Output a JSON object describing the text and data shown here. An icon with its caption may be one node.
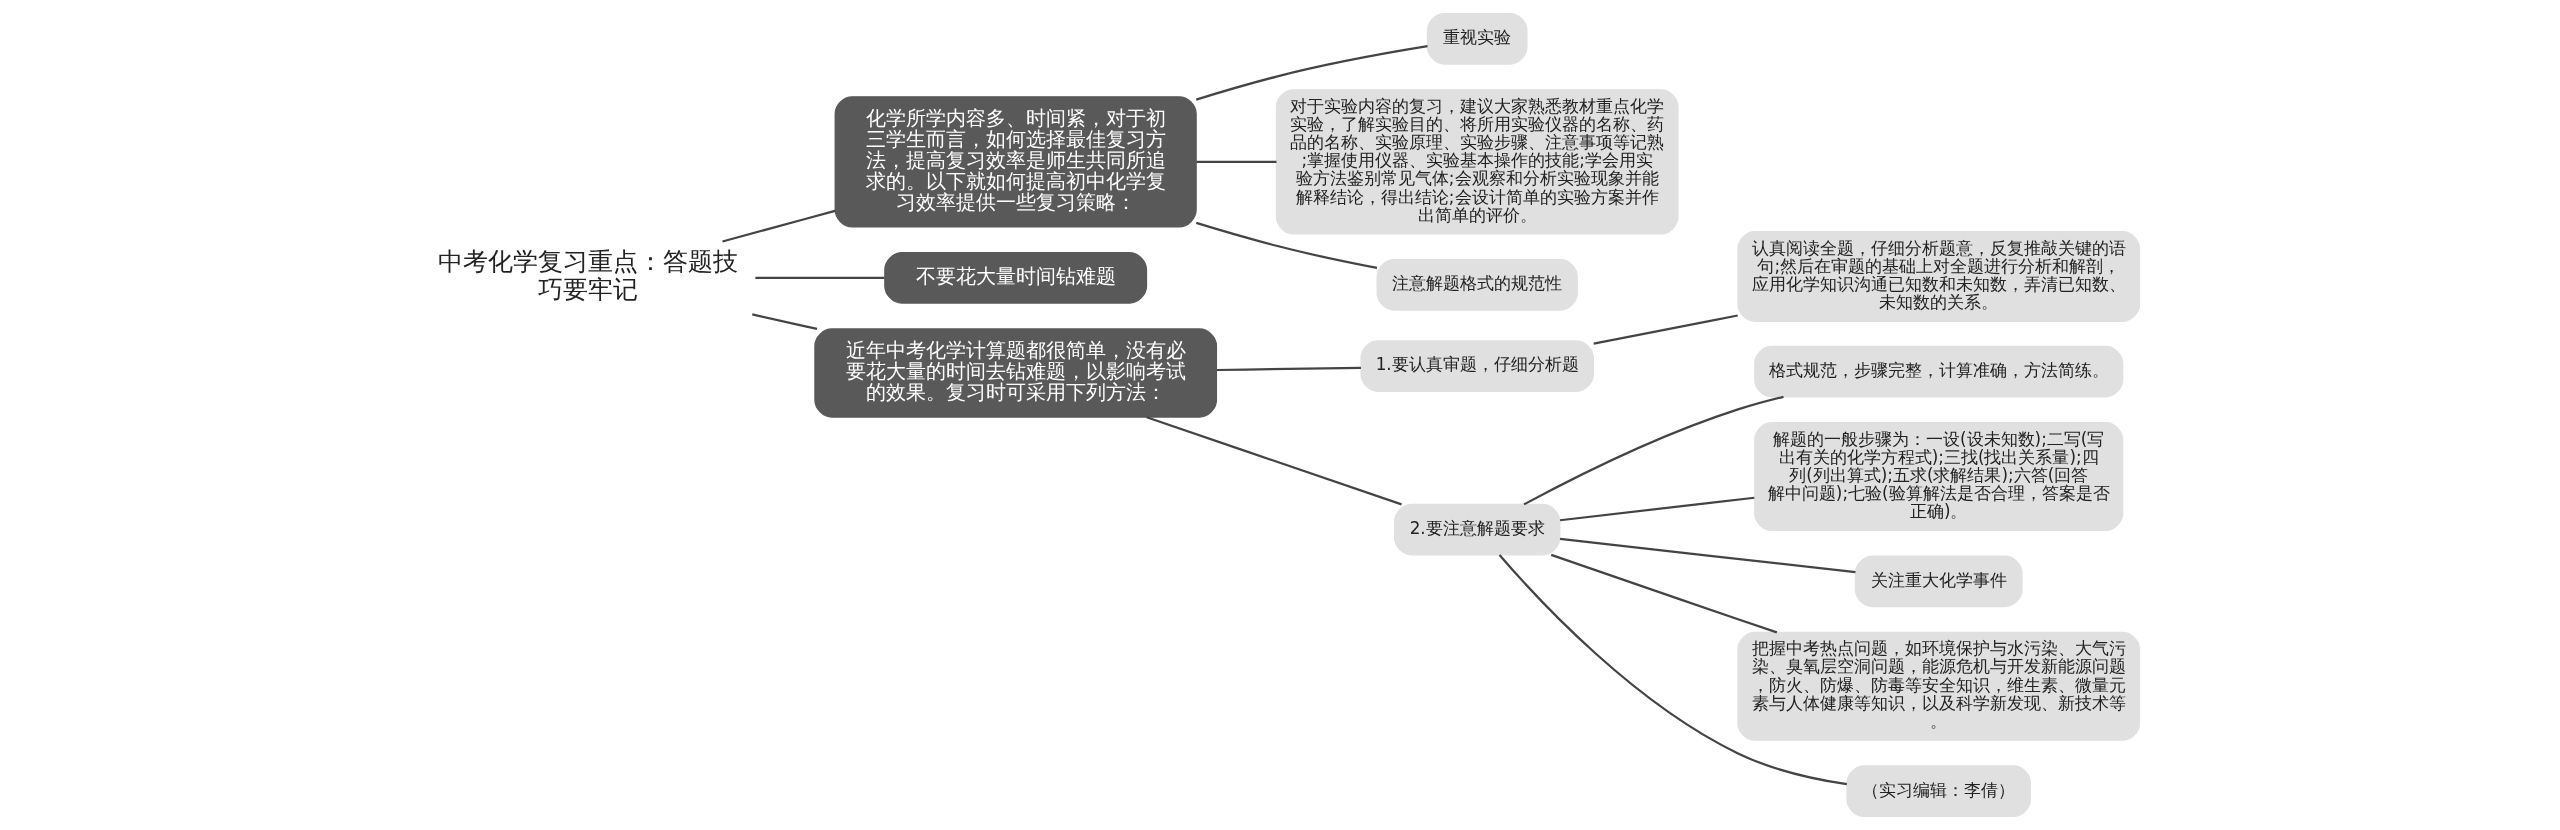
{
  "diagram": {
    "nodes": [
      {
        "text": [
          "中考化学复习重点：答题技巧要牢记"
        ]
      },
      {
        "text": [
          "化学所学内容多、时间紧，对于初三学生而言，如何选择最佳复习方法，提高复习效率是师生共同所追求的。以下就如何提高初中化学复习效率提供一些复习策略："
        ]
      },
      {
        "text": [
          "重视实验"
        ]
      },
      {
        "text": [
          "对于实验内容的复习，建议大家熟悉教材重点化学实验，了解实验目的、将所用实验仪器的名称、药品的名称、实验原理、实验步骤、注意事项等记熟;掌握使用仪器、实验基本操作的技能;学会用实验方法鉴别常见气体;会观察和分析实验现象并能解释结论，得出结论;会设计简单的实验方案并作出简单的评价。"
        ]
      },
      {
        "text": [
          "注意解题格式的规范性"
        ]
      },
      {
        "text": [
          "不要花大量时间钻难题"
        ]
      },
      {
        "text": [
          "近年中考化学计算题都很简单，没有必要花大量的时间去钻难题，以影响考试的效果。复习时可采用下列方法："
        ]
      },
      {
        "text": [
          "1.要认真审题，仔细分析题"
        ]
      },
      {
        "text": [
          "认真阅读全题，仔细分析题意，反复推敲关键的语句;然后在审题的基础上对全题进行分析和解剖，应用化学知识沟通已知数和未知数，弄清已知数、未知数的关系。"
        ]
      },
      {
        "text": [
          "2.要注意解题要求"
        ]
      },
      {
        "text": [
          "格式规范，步骤完整，计算准确，方法简练。"
        ]
      },
      {
        "text": [
          "解题的一般步骤为：一设(设未知数);二写(写出有关的化学方程式);三找(找出关系量);四列(列出算式);五求(求解结果);六答(回答解中问题);七验(验算解法是否合理，答案是否正确)。"
        ]
      },
      {
        "text": [
          "关注重大化学事件"
        ]
      },
      {
        "text": [
          "把握中考热点问题，如环境保护与水污染、大气污染、臭氧层空洞问题，能源危机与开发新能源问题，防火、防爆、防毒等安全知识，维生素、微量元素与人体健康等知识，以及科学新发现、新技术等。"
        ]
      },
      {
        "text": [
          "（实习编辑：李倩）"
        ]
      }
    ],
    "edges": [
      {
        "from": 0,
        "to": 1,
        "arrow": "none"
      },
      {
        "from": 1,
        "to": 2,
        "arrow": "none"
      },
      {
        "from": 1,
        "to": 3,
        "arrow": "none"
      },
      {
        "from": 1,
        "to": 4,
        "arrow": "none"
      },
      {
        "from": 0,
        "to": 5,
        "arrow": "none"
      },
      {
        "from": 0,
        "to": 6,
        "arrow": "none"
      },
      {
        "from": 6,
        "to": 7,
        "arrow": "none"
      },
      {
        "from": 7,
        "to": 8,
        "arrow": "none"
      },
      {
        "from": 6,
        "to": 9,
        "arrow": "none"
      },
      {
        "from": 9,
        "to": 10,
        "arrow": "none"
      },
      {
        "from": 9,
        "to": 11,
        "arrow": "none"
      },
      {
        "from": 9,
        "to": 12,
        "arrow": "none"
      },
      {
        "from": 9,
        "to": 13,
        "arrow": "none"
      },
      {
        "from": 9,
        "to": 14,
        "arrow": "none"
      }
    ]
  }
}
